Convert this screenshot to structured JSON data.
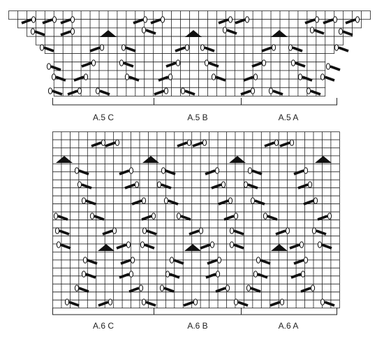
{
  "colors": {
    "grid": "#222222",
    "cable_bar": "#111111",
    "cable_cap": "#ffffff",
    "triangle": "#111111",
    "background": "#ffffff"
  },
  "chart_a5": {
    "labels": [
      "A.5 C",
      "A.5 B",
      "A.5 A"
    ],
    "rows": 10,
    "cols": 40,
    "shape": "stepped-trapezoid",
    "triangle_icons": 3
  },
  "chart_a6": {
    "labels": [
      "A.6 C",
      "A.6 B",
      "A.6 A"
    ],
    "rows": 22,
    "cols": 33,
    "shape": "rectangle",
    "triangle_icons": 7
  }
}
